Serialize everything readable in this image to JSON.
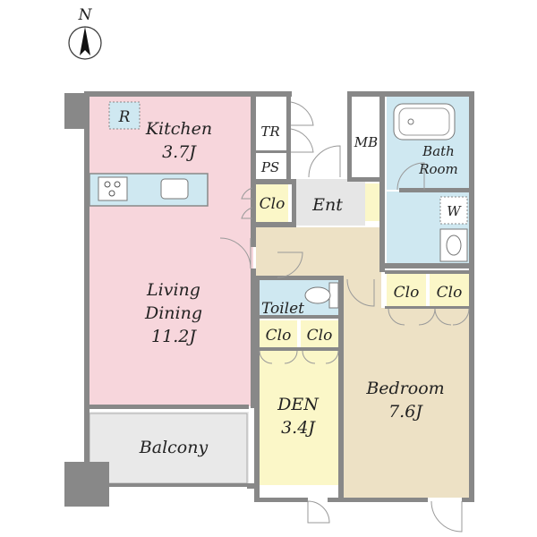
{
  "compass": {
    "label": "N"
  },
  "rooms": {
    "kitchen": {
      "name": "Kitchen",
      "size": "3.7J"
    },
    "fridge": {
      "label": "R"
    },
    "tr": {
      "label": "TR"
    },
    "ps": {
      "label": "PS"
    },
    "mb": {
      "label": "MB"
    },
    "bath": {
      "line1": "Bath",
      "line2": "Room"
    },
    "clo_entry": {
      "label": "Clo"
    },
    "ent": {
      "label": "Ent"
    },
    "washer": {
      "label": "W"
    },
    "living": {
      "line1": "Living",
      "line2": "Dining",
      "size": "11.2J"
    },
    "toilet": {
      "label": "Toilet"
    },
    "clo_den_1": {
      "label": "Clo"
    },
    "clo_den_2": {
      "label": "Clo"
    },
    "clo_bed_1": {
      "label": "Clo"
    },
    "clo_bed_2": {
      "label": "Clo"
    },
    "den": {
      "name": "DEN",
      "size": "3.4J"
    },
    "bedroom": {
      "name": "Bedroom",
      "size": "7.6J"
    },
    "balcony": {
      "name": "Balcony"
    }
  },
  "colors": {
    "living": "#f7d6dc",
    "bedroom": "#ede1c5",
    "den": "#fbf7c8",
    "wet": "#cfe8f1",
    "entry": "#e6e6e6",
    "balcony": "#e9e9e9",
    "closet": "#fbf7c8",
    "hall": "#ede1c5",
    "wall": "#888888"
  }
}
